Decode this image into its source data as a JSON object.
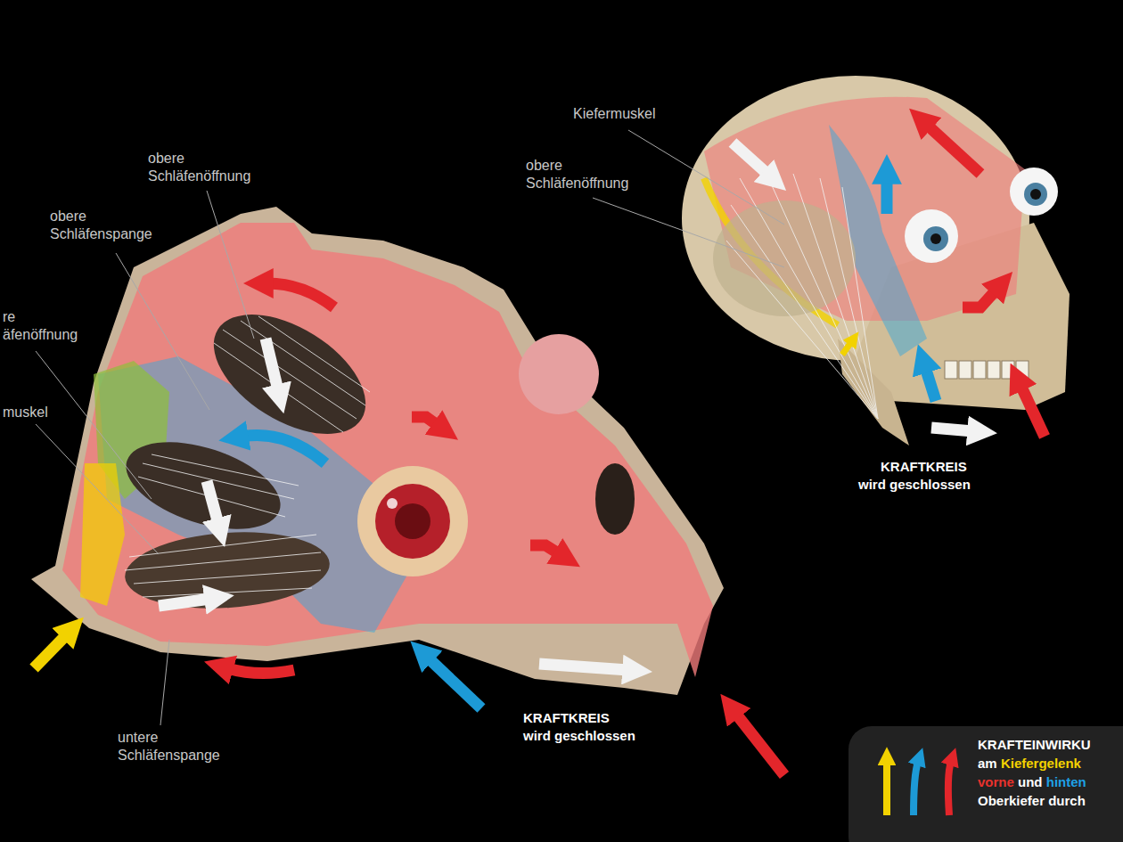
{
  "diagram": {
    "labels": [
      "obere Schläfenöffnung",
      "obere Schläfenspange",
      "re",
      "äfenöffnung",
      "muskel",
      "untere Schläfenspange",
      "KRAFTKREIS",
      "wird geschlossen",
      "Kiefermuskel",
      "obere Schläfenöffnung",
      "KRAFTKREIS",
      "wird geschlossen",
      "KRAFTEINWIRKU",
      "am",
      "Kiefergelenk",
      "vorne",
      "und",
      "hinten",
      "Oberkiefer durch"
    ]
  }
}
